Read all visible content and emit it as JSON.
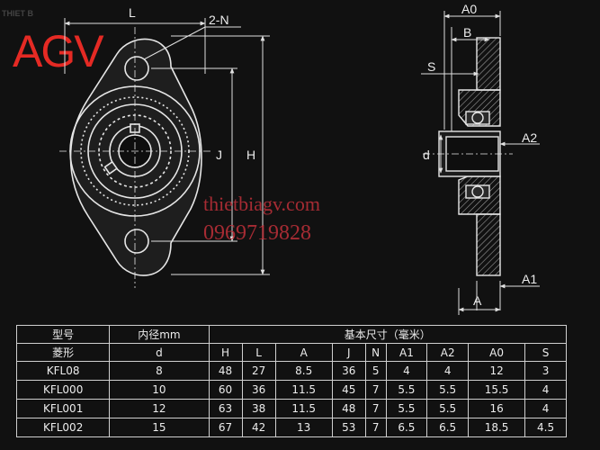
{
  "watermark_top": "THIET B",
  "brand": "AGV",
  "watermark": {
    "url": "thietbiagv.com",
    "phone": "0969719828"
  },
  "labels": {
    "L": "L",
    "N": "2-N",
    "J": "J",
    "H": "H",
    "A0": "A0",
    "B": "B",
    "S": "S",
    "A2": "A2",
    "d": "d",
    "A1": "A1",
    "A": "A"
  },
  "table": {
    "model_label": "型号",
    "bore_label": "内径mm",
    "dims_label": "基本尺寸（毫米）",
    "shape_label": "菱形",
    "columns": [
      "d",
      "H",
      "L",
      "A",
      "J",
      "N",
      "A1",
      "A2",
      "A0",
      "S"
    ],
    "rows": [
      {
        "model": "KFL08",
        "values": [
          "8",
          "48",
          "27",
          "8.5",
          "36",
          "5",
          "4",
          "4",
          "12",
          "3"
        ]
      },
      {
        "model": "KFL000",
        "values": [
          "10",
          "60",
          "36",
          "11.5",
          "45",
          "7",
          "5.5",
          "5.5",
          "15.5",
          "4"
        ]
      },
      {
        "model": "KFL001",
        "values": [
          "12",
          "63",
          "38",
          "11.5",
          "48",
          "7",
          "5.5",
          "5.5",
          "16",
          "4"
        ]
      },
      {
        "model": "KFL002",
        "values": [
          "15",
          "67",
          "42",
          "13",
          "53",
          "7",
          "6.5",
          "6.5",
          "18.5",
          "4.5"
        ]
      }
    ]
  }
}
